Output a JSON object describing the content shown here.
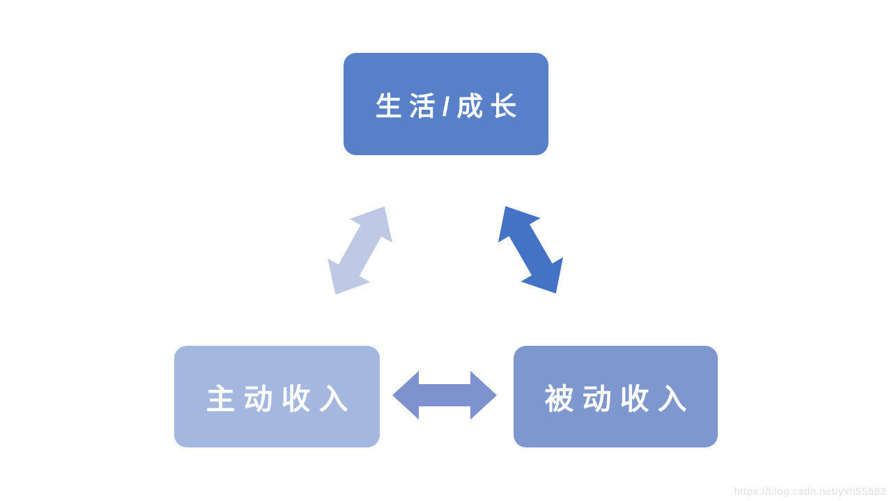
{
  "diagram": {
    "background": "#ffffff",
    "text_color": "#ffffff",
    "nodes": [
      {
        "id": "life-growth",
        "label": "生活/成长",
        "color": "#5880c8"
      },
      {
        "id": "active-income",
        "label": "主动收入",
        "color": "#a3b7df"
      },
      {
        "id": "passive-income",
        "label": "被动收入",
        "color": "#7e97cf"
      }
    ],
    "arrows": [
      {
        "id": "active-income-life-growth",
        "between": "主动收入 ↔ 生活/成长",
        "direction": "bidirectional",
        "color": "#bfc9e6"
      },
      {
        "id": "life-growth-passive-income",
        "between": "生活/成长 ↔ 被动收入",
        "direction": "bidirectional",
        "color": "#4472c4"
      },
      {
        "id": "active-income-passive-income",
        "between": "主动收入 ↔ 被动收入",
        "direction": "bidirectional",
        "color": "#7d92ce"
      }
    ]
  },
  "watermark": {
    "text": "https://blog.csdn.net/yxh55682",
    "color": "#e2e2e4"
  }
}
